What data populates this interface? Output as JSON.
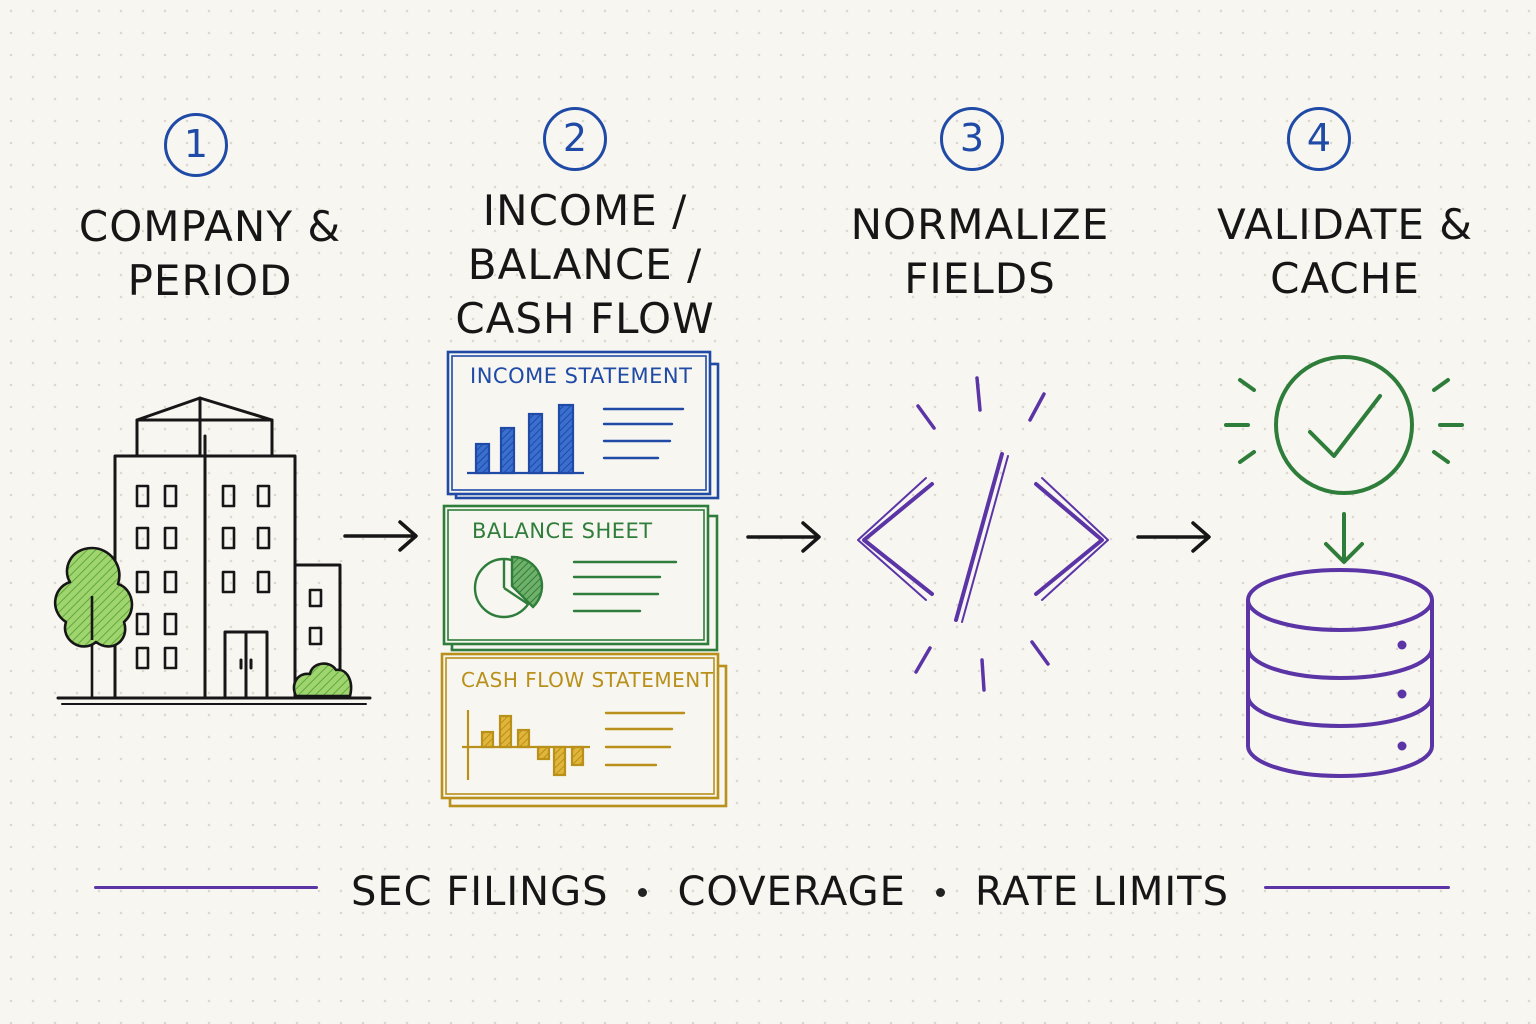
{
  "steps": [
    {
      "number": "1",
      "title": "COMPANY &\nPERIOD"
    },
    {
      "number": "2",
      "title": "INCOME /\nBALANCE /\nCASH FLOW"
    },
    {
      "number": "3",
      "title": "NORMALIZE\nFIELDS"
    },
    {
      "number": "4",
      "title": "VALIDATE &\nCACHE"
    }
  ],
  "statements": {
    "income": "INCOME STATEMENT",
    "balance": "BALANCE SHEET",
    "cashflow": "CASH FLOW STATEMENT"
  },
  "footer": {
    "items": [
      "SEC FILINGS",
      "COVERAGE",
      "RATE LIMITS"
    ]
  },
  "colors": {
    "blue": "#1f4aa6",
    "green": "#2f7d3a",
    "gold": "#b8901a",
    "purple": "#5b34a6",
    "tree_green": "#7cc44f",
    "ink": "#161616"
  }
}
